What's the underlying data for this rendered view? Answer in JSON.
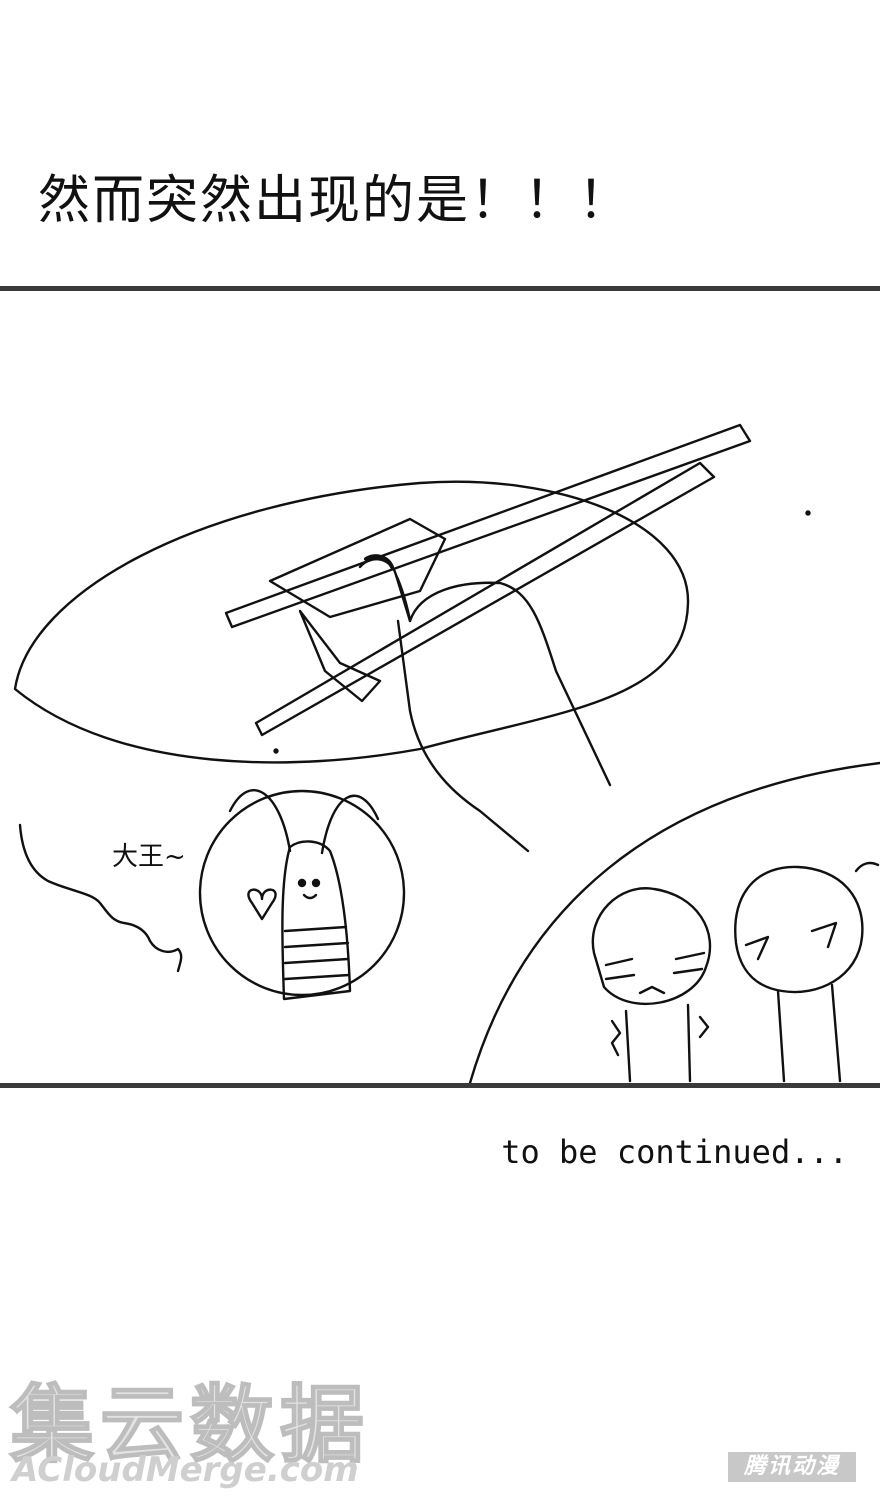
{
  "caption": "然而突然出现的是！！！",
  "panel": {
    "speech_label": "大王~"
  },
  "footer": {
    "continued_text": "to be continued..."
  },
  "watermark": {
    "chinese": "集云数据",
    "english": "ACloudMerge.com",
    "corner_logo": "腾讯动漫"
  }
}
